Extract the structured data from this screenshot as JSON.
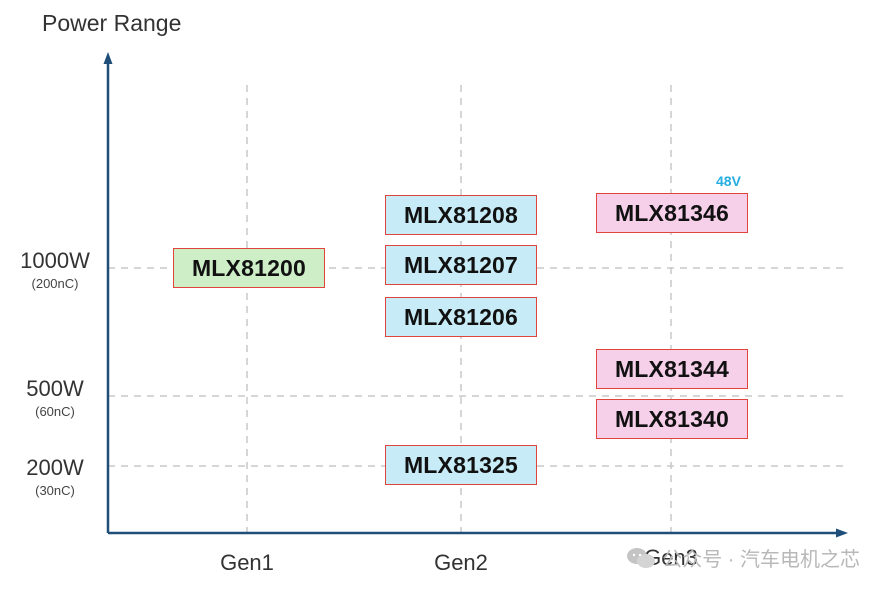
{
  "diagram": {
    "y_axis_title": "Power Range",
    "y_levels": [
      {
        "label": "1000W",
        "sub": "(200nC)"
      },
      {
        "label": "500W",
        "sub": "(60nC)"
      },
      {
        "label": "200W",
        "sub": "(30nC)"
      }
    ],
    "x_categories": [
      "Gen1",
      "Gen2",
      "Gen3"
    ],
    "parts": [
      {
        "name": "MLX81200",
        "generation": "Gen1"
      },
      {
        "name": "MLX81208",
        "generation": "Gen2"
      },
      {
        "name": "MLX81207",
        "generation": "Gen2"
      },
      {
        "name": "MLX81206",
        "generation": "Gen2"
      },
      {
        "name": "MLX81325",
        "generation": "Gen2"
      },
      {
        "name": "MLX81346",
        "generation": "Gen3"
      },
      {
        "name": "MLX81344",
        "generation": "Gen3"
      },
      {
        "name": "MLX81340",
        "generation": "Gen3"
      }
    ],
    "badge": "48V"
  },
  "watermark": {
    "text": "公众号 · 汽车电机之芯"
  },
  "colors": {
    "gen1_fill": "#cdeec7",
    "gen2_fill": "#c8ecf7",
    "gen3_fill": "#f6cfe9",
    "chip_border": "#e0443b",
    "axis": "#1f4e79",
    "grid": "#c8c8c8",
    "badge": "#25aee0"
  }
}
